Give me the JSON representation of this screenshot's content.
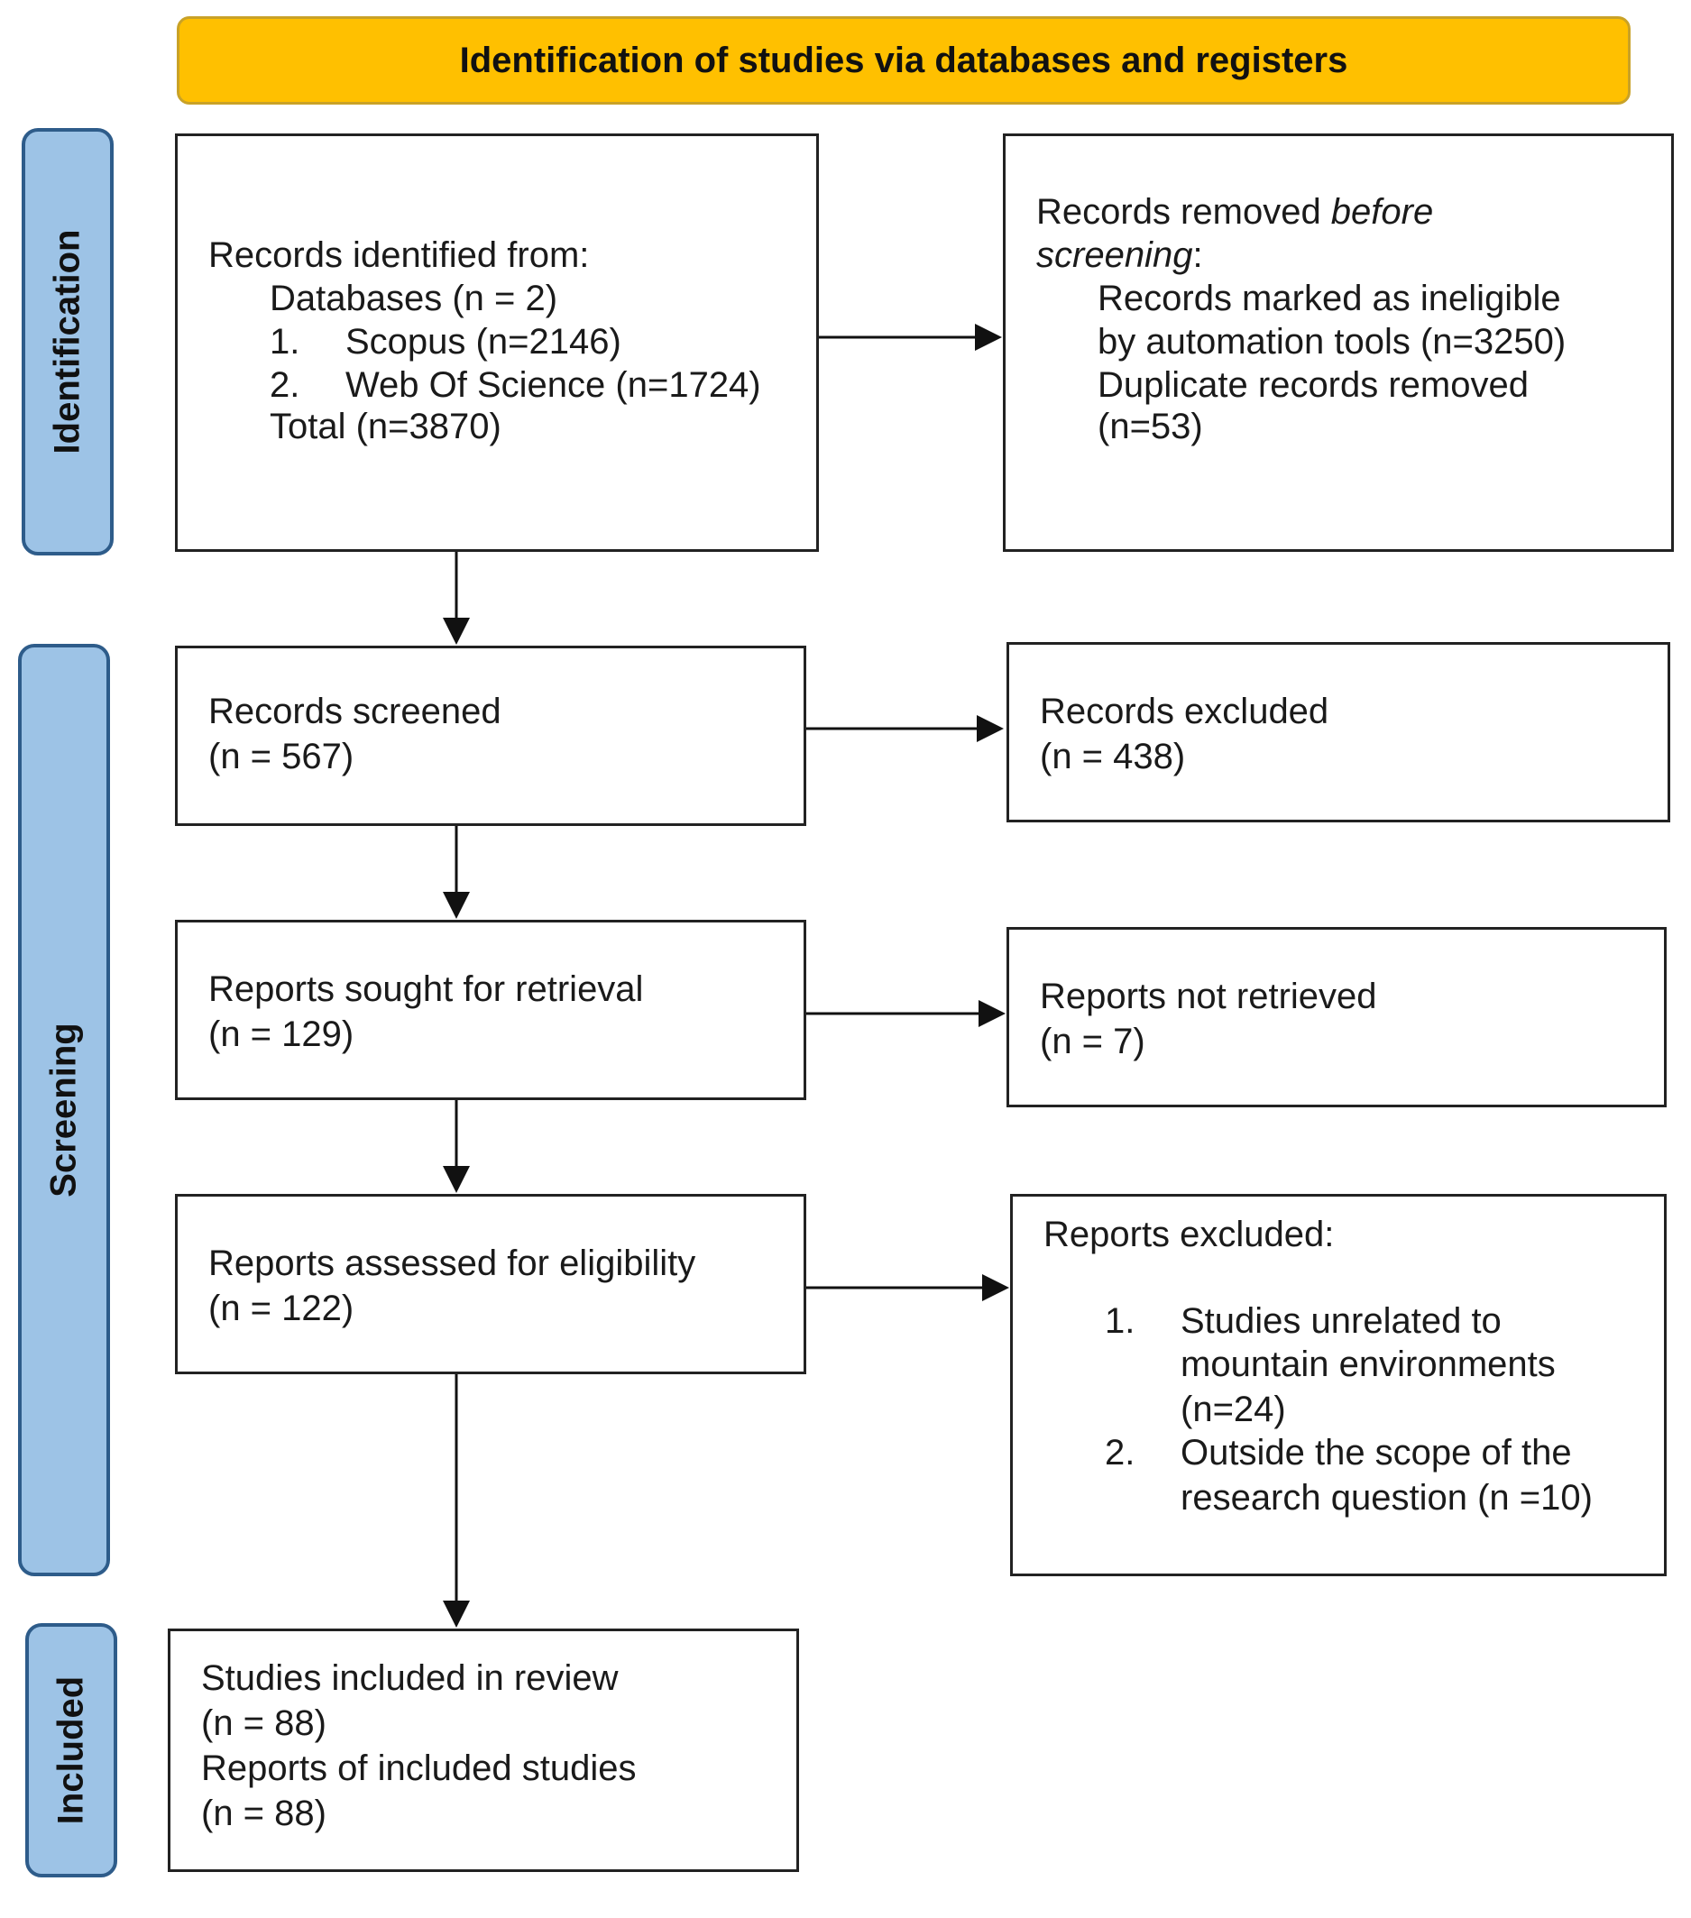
{
  "header": {
    "title": "Identification of studies via databases and registers"
  },
  "phases": {
    "identification": "Identification",
    "screening": "Screening",
    "included": "Included"
  },
  "identified": {
    "heading": "Records identified from:",
    "databases": "Databases (n = 2)",
    "item1_num": "1.",
    "item1_text": "Scopus (n=2146)",
    "item2_num": "2.",
    "item2_text": "Web Of Science (n=1724)",
    "total": "Total (n=3870)"
  },
  "removed": {
    "heading_prefix": "Records removed ",
    "heading_italic1": "before",
    "heading_italic2": "screening",
    "heading_suffix": ":",
    "ineligible_line1": "Records marked as ineligible",
    "ineligible_line2": "by automation tools (n=3250)",
    "duplicates_line1": "Duplicate records removed",
    "duplicates_line2": "(n=53)"
  },
  "screened": {
    "label": "Records screened",
    "count": "(n = 567)"
  },
  "excluded_records": {
    "label": "Records excluded",
    "count": "(n = 438)"
  },
  "sought": {
    "label": "Reports sought for retrieval",
    "count": "(n = 129)"
  },
  "not_retrieved": {
    "label": "Reports not retrieved",
    "count": "(n = 7)"
  },
  "assessed": {
    "label": "Reports assessed for eligibility",
    "count": "(n = 122)"
  },
  "reports_excluded": {
    "heading": "Reports excluded:",
    "item1_num": "1.",
    "item1_line1": "Studies unrelated to",
    "item1_line2": "mountain environments",
    "item1_line3": "(n=24)",
    "item2_num": "2.",
    "item2_line1": "Outside the scope of the",
    "item2_line2": "research question (n =10)"
  },
  "included_box": {
    "studies_label": "Studies included in review",
    "studies_count": "(n = 88)",
    "reports_label": "Reports of included studies",
    "reports_count": "(n = 88)"
  }
}
